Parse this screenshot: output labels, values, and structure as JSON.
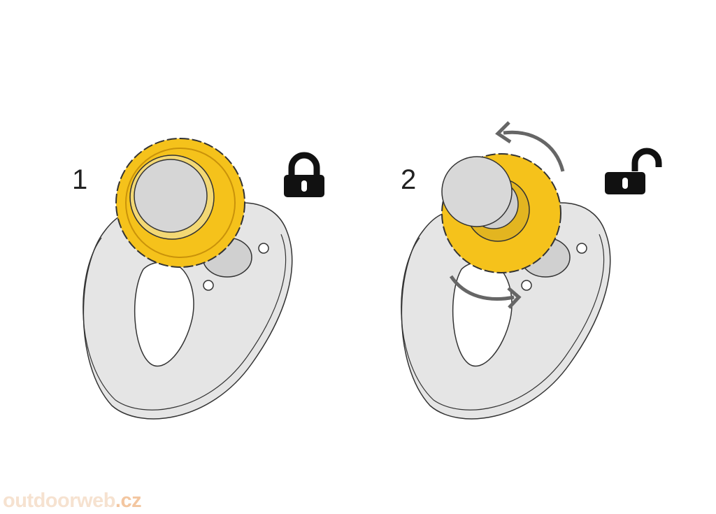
{
  "steps": [
    {
      "number": "1",
      "state": "locked",
      "icon": "lock-closed-icon"
    },
    {
      "number": "2",
      "state": "unlocked",
      "icon": "lock-open-icon"
    }
  ],
  "watermark": {
    "name": "outdoorweb",
    "tld": ".cz"
  },
  "colors": {
    "knob": "#f5c21b",
    "knob_dark": "#d49a0a",
    "metal": "#d9d9d9",
    "outline": "#333333",
    "icon": "#111111",
    "arrow": "#666666"
  }
}
